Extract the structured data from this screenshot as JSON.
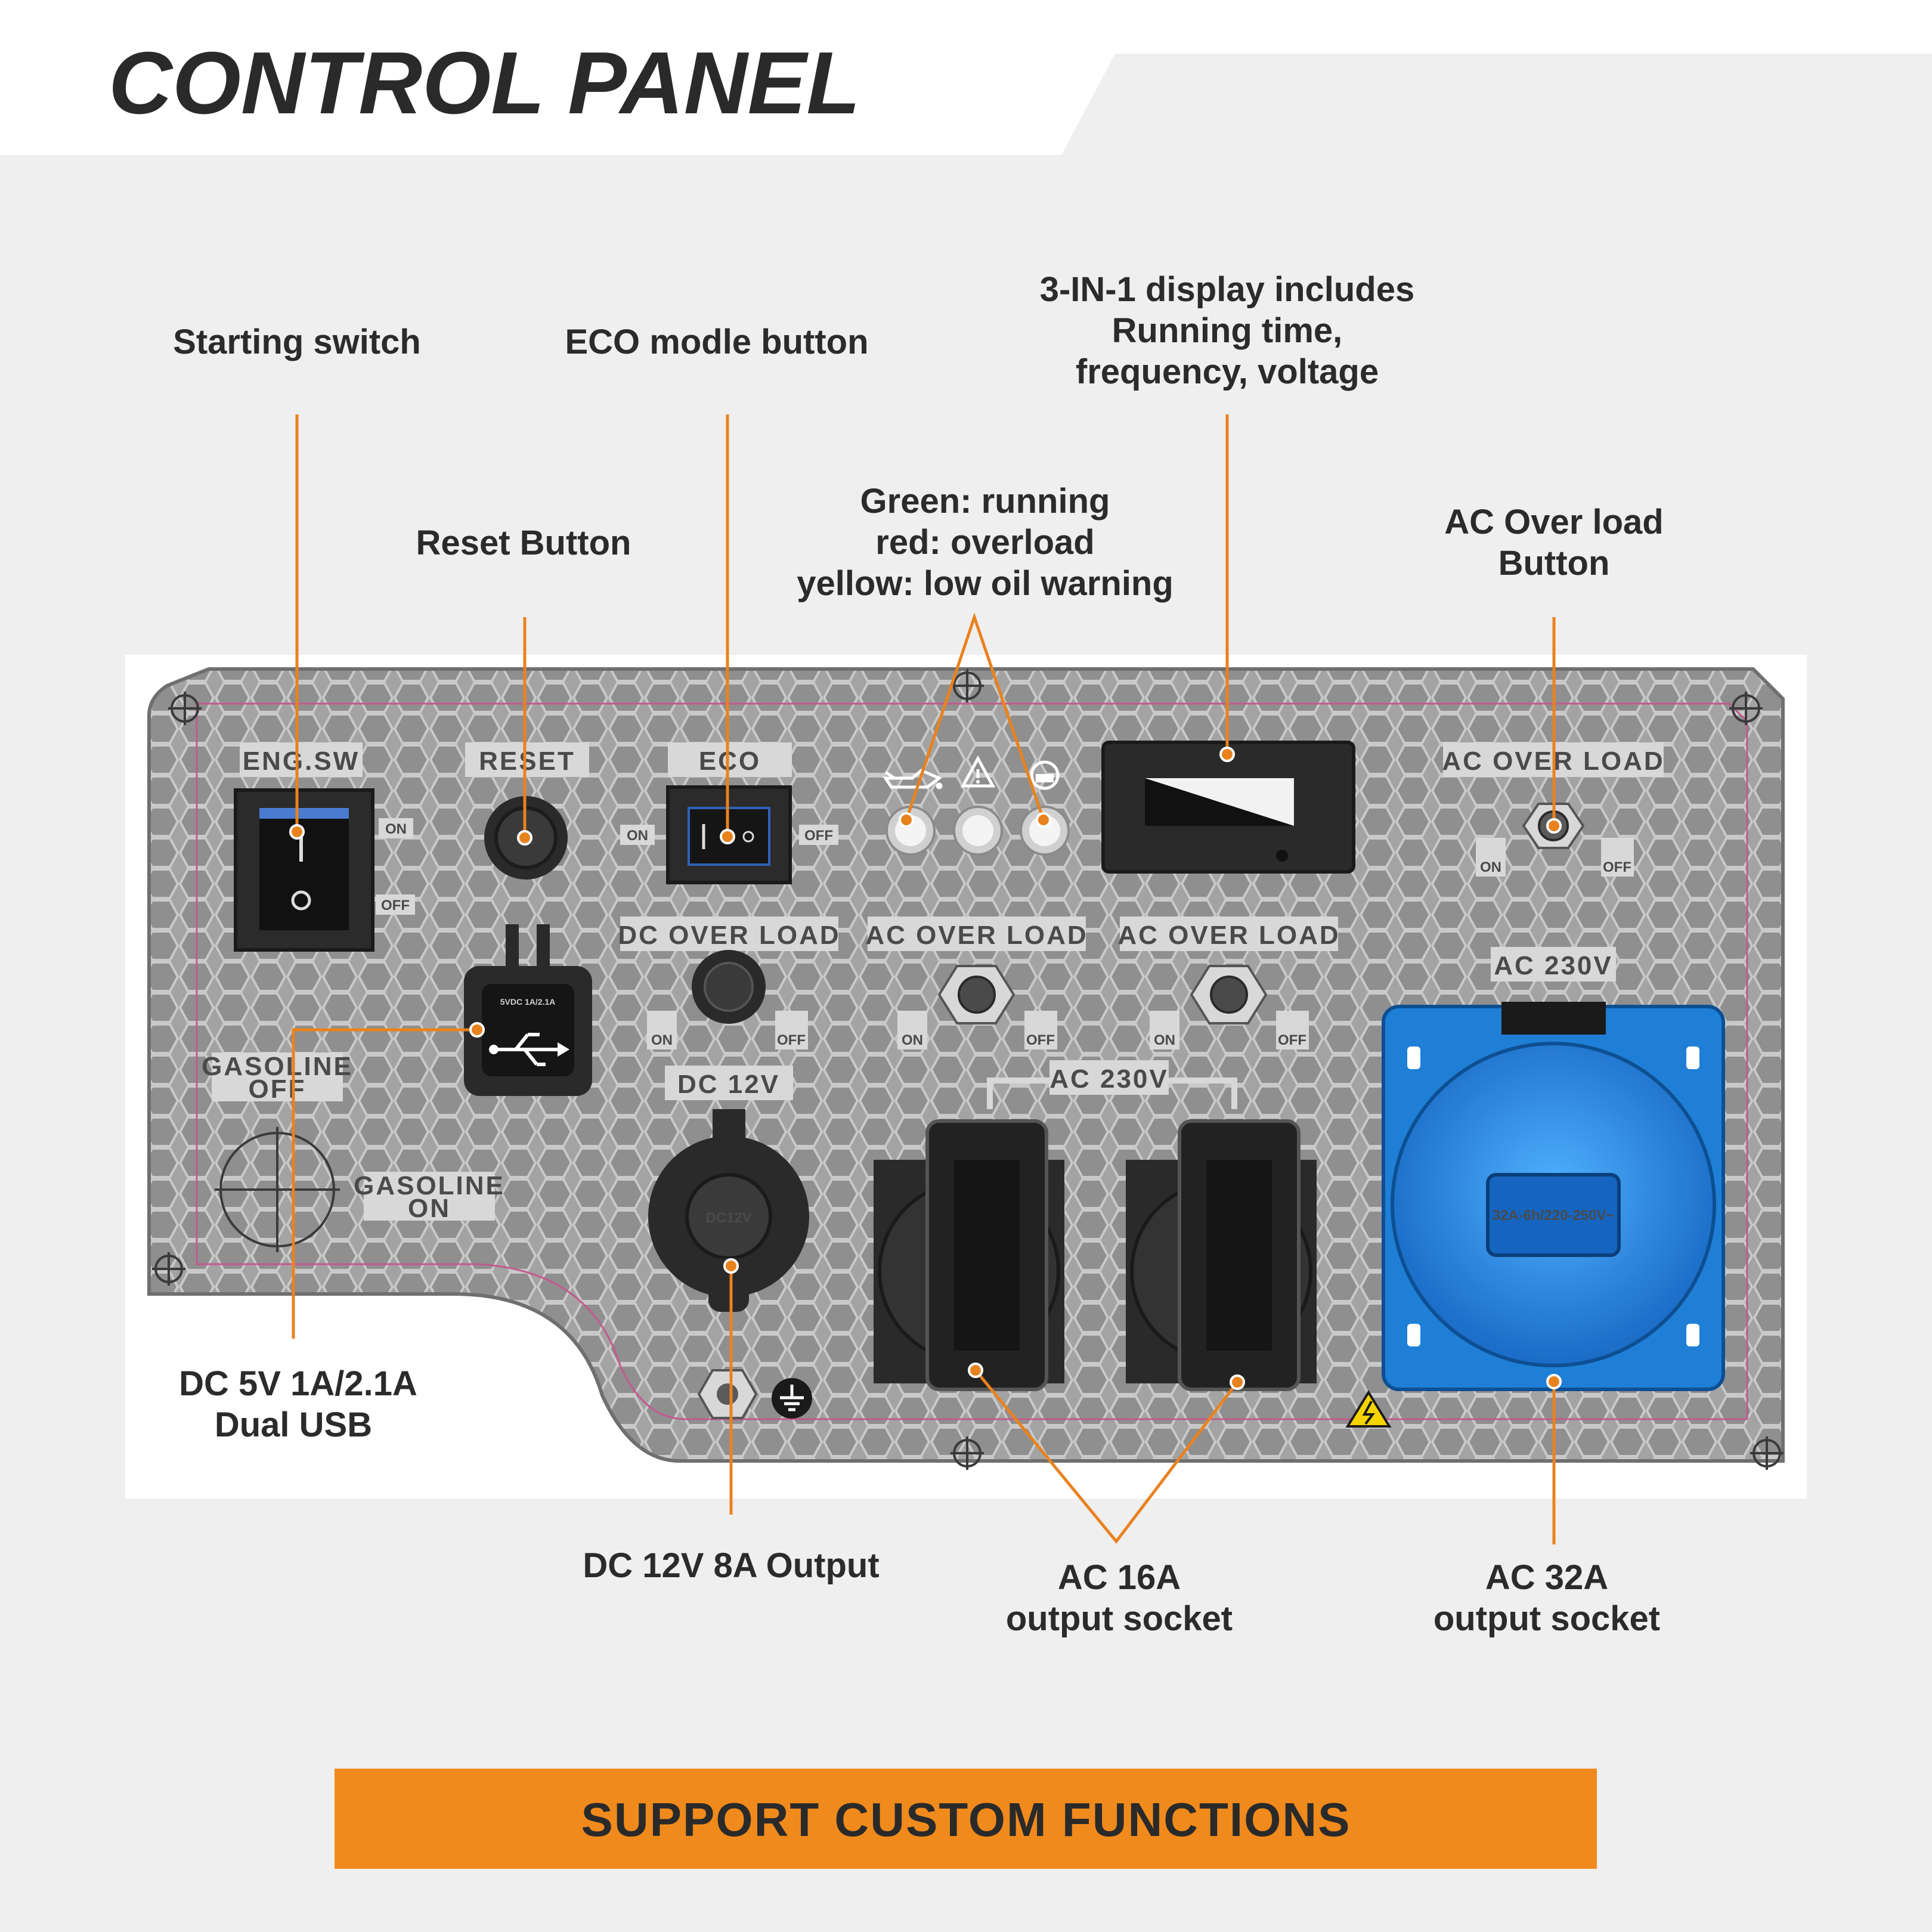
{
  "title": "CONTROL PANEL",
  "banner": "SUPPORT CUSTOM FUNCTIONS",
  "colors": {
    "accent": "#e8821e",
    "panel": "#9e9e9e",
    "socket_blue": "#1f7fd6",
    "background": "#efefef"
  },
  "callouts": {
    "starting_switch": "Starting switch",
    "eco_button": "ECO modle button",
    "reset_button": "Reset Button",
    "display": [
      "3-IN-1 display includes",
      "Running time,",
      "frequency, voltage"
    ],
    "leds": [
      "Green: running",
      "red: overload",
      "yellow: low oil warning"
    ],
    "ac_overload_button": [
      "AC Over load",
      "Button"
    ],
    "usb": [
      "DC 5V 1A/2.1A",
      "Dual USB"
    ],
    "dc12_output": "DC 12V 8A Output",
    "ac16_socket": [
      "AC 16A",
      "output socket"
    ],
    "ac32_socket": [
      "AC 32A",
      "output socket"
    ]
  },
  "panel_labels": {
    "eng_sw": "ENG.SW",
    "reset": "RESET",
    "eco": "ECO",
    "ac_over_load": "AC OVER LOAD",
    "dc_over_load": "DC OVER LOAD",
    "dc_12v": "DC 12V",
    "ac_230v": "AC 230V",
    "gasoline_off": [
      "GASOLINE",
      "OFF"
    ],
    "gasoline_on": [
      "GASOLINE",
      "ON"
    ],
    "on": "ON",
    "off": "OFF",
    "usb_rating": "5VDC 1A/2.1A",
    "dc12_cap": "DC12V",
    "ac32_rating": "32A-6h/220-250V~"
  },
  "icons": [
    "oil-can-icon",
    "warning-triangle-icon",
    "overload-icon",
    "usb-icon",
    "ground-icon",
    "high-voltage-icon"
  ]
}
